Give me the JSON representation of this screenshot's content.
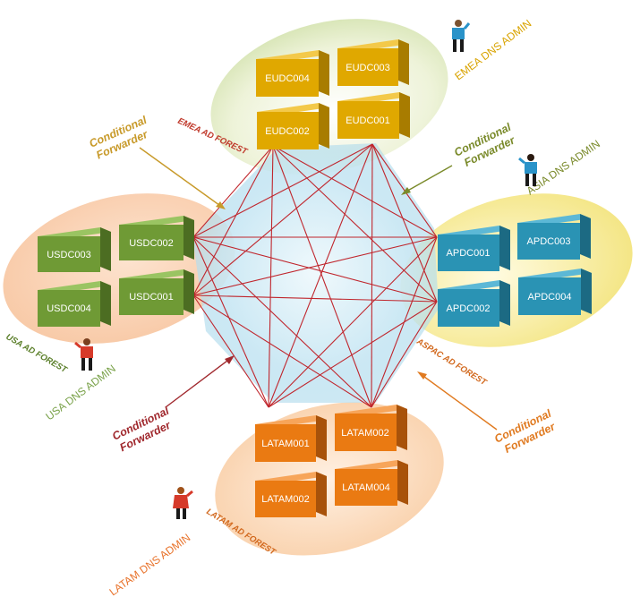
{
  "colors": {
    "emea": "#e0a800",
    "usa": "#6f9a35",
    "asia": "#2a93b4",
    "latam": "#ea7a12",
    "mesh": "#c0262d"
  },
  "forests": {
    "emea": {
      "forest_label": "EMEA AD FOREST",
      "admin_label": "EMEA DNS ADMIN",
      "dcs": [
        "EUDC004",
        "EUDC003",
        "EUDC002",
        "EUDC001"
      ]
    },
    "usa": {
      "forest_label": "USA AD FOREST",
      "admin_label": "USA DNS ADMIN",
      "dcs": [
        "USDC003",
        "USDC002",
        "USDC004",
        "USDC001"
      ]
    },
    "asia": {
      "forest_label": "ASPAC AD FOREST",
      "admin_label": "ASIA DNS ADMIN",
      "dcs": [
        "APDC001",
        "APDC003",
        "APDC002",
        "APDC004"
      ]
    },
    "latam": {
      "forest_label": "LATAM AD FOREST",
      "admin_label": "LATAM DNS ADMIN",
      "dcs": [
        "LATAM001",
        "LATAM002",
        "LATAM002",
        "LATAM004"
      ]
    }
  },
  "forwarders": {
    "top_left": [
      "Conditional",
      "Forwarder"
    ],
    "top_right": [
      "Conditional",
      "Forwarder"
    ],
    "bottom_left": [
      "Conditional",
      "Forwarder"
    ],
    "bottom_right": [
      "Conditional",
      "Forwarder"
    ]
  }
}
